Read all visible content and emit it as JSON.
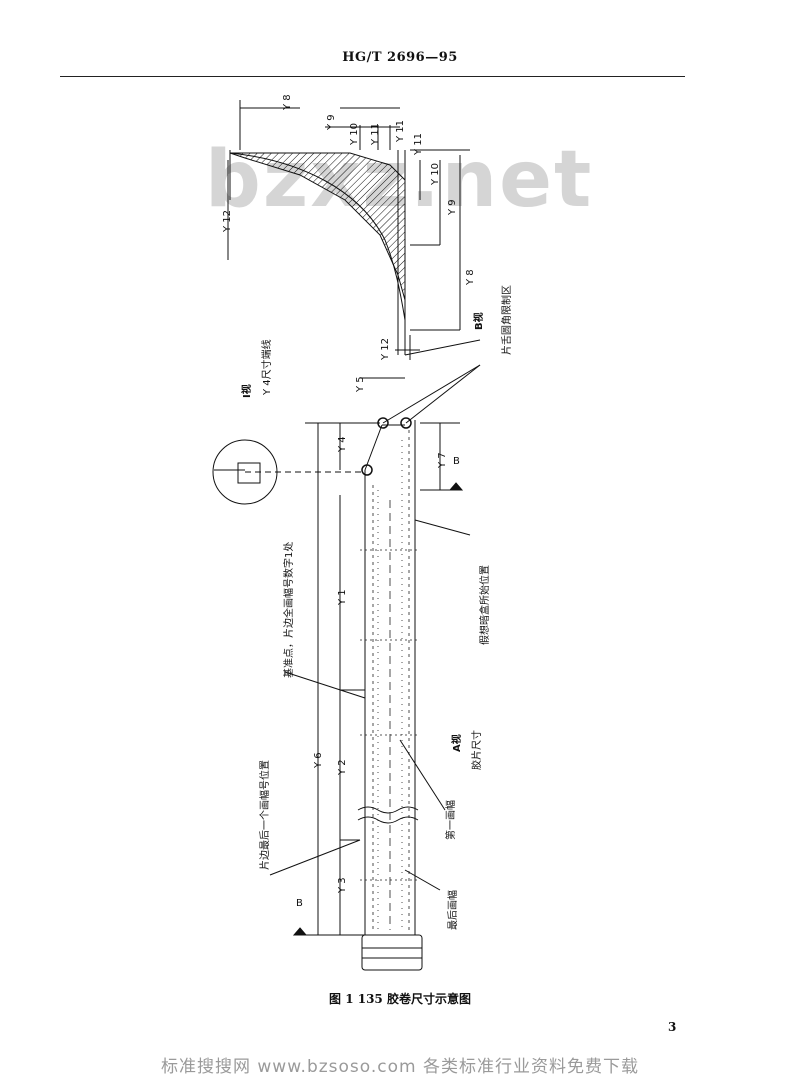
{
  "header": {
    "standard_no": "HG/T 2696—95"
  },
  "watermark": "bzxz.net",
  "figure": {
    "caption": "图 1   135 胶卷尺寸示意图",
    "views": {
      "b_view_title": "B视",
      "b_view_sub": "片舌圆角限制区",
      "i_view_title": "I视",
      "i_view_sub": "Y 4尺寸端线",
      "a_view_title": "A视",
      "a_view_sub": "胶片尺寸"
    },
    "dimensions": {
      "y8_top": "Y 8",
      "y9_top": "Y 9",
      "y10_top": "Y 10",
      "y11_top": "Y 11",
      "y11_b": "Y 11",
      "y10_right": "Y 10",
      "y9_right": "Y 9",
      "y8_right": "Y 8",
      "y12_left": "Y 12",
      "y12_bottom": "Y 12",
      "y5": "Y 5",
      "y4": "Y 4",
      "y7": "Y 7",
      "y1": "Y 1",
      "y6": "Y 6",
      "y2": "Y 2",
      "y3": "Y 3"
    },
    "markers": {
      "b_top": "B",
      "b_bottom": "B"
    },
    "callouts": {
      "reference_point": "基准点，片边全画幅号数字1处",
      "assumed_cassette": "假想暗盒所始位置",
      "last_frame_mark": "片边最后一个画幅号位置",
      "first_frame": "第一画幅",
      "last_frame": "最后画幅"
    }
  },
  "page_number": "3",
  "footer": "标准搜搜网  www.bzsoso.com  各类标准行业资料免费下载"
}
